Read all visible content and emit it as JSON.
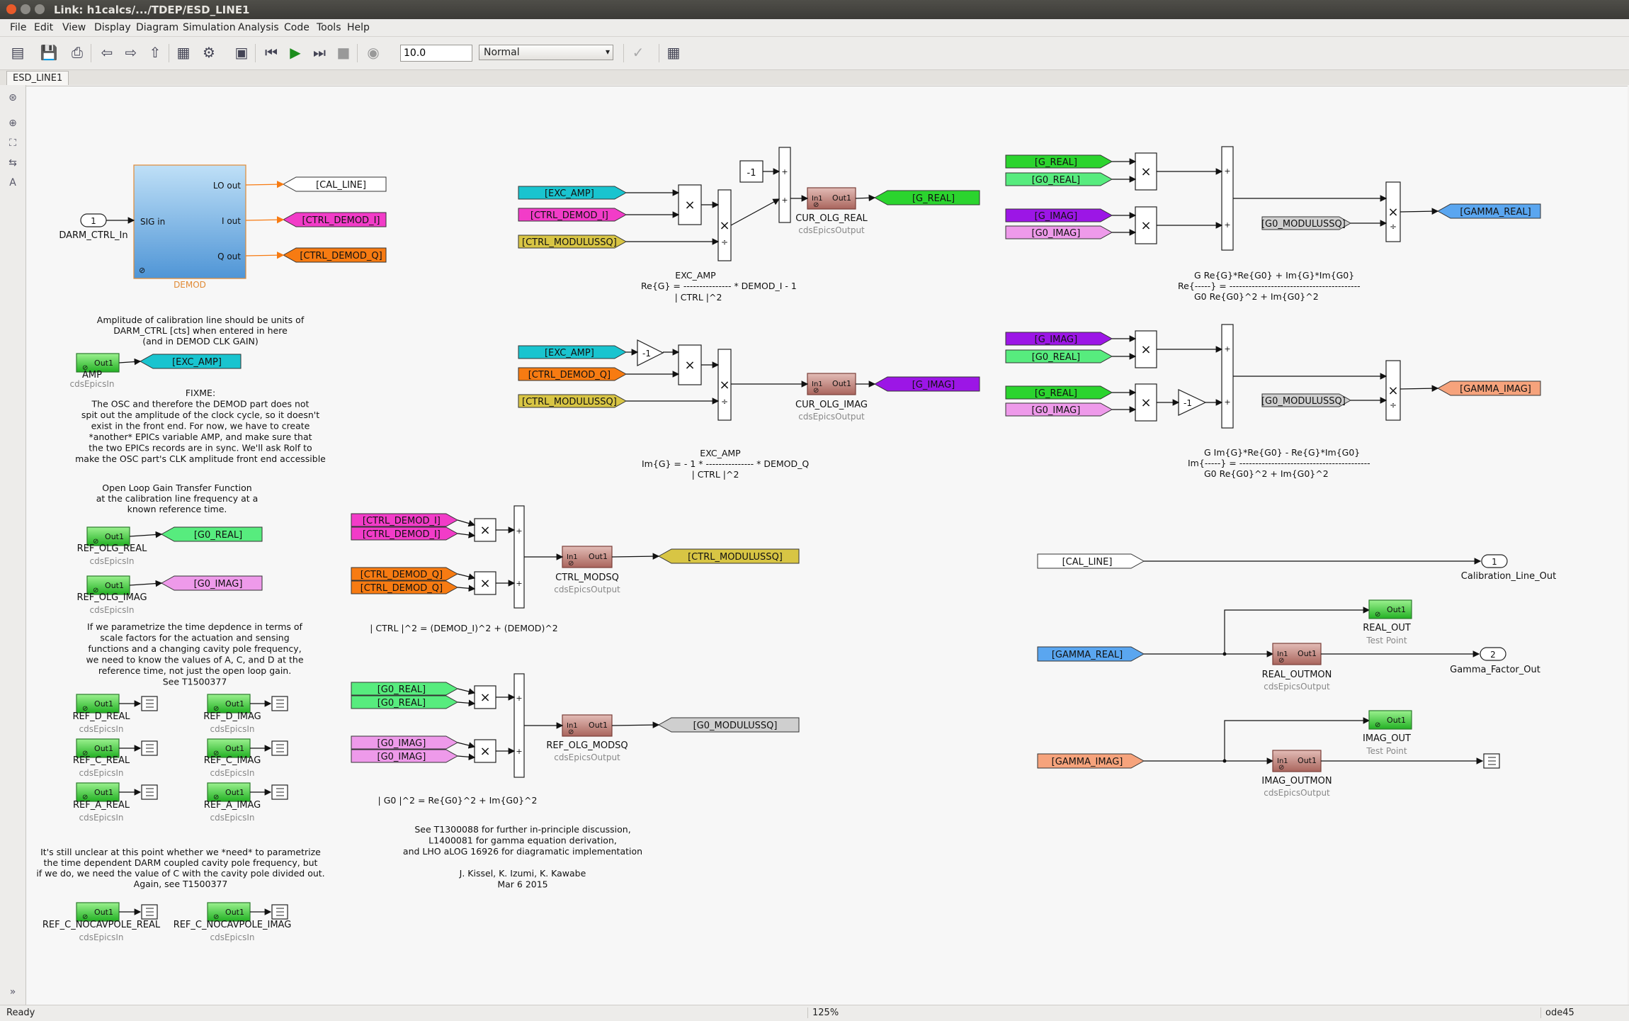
{
  "window": {
    "title": "Link: h1calcs/.../TDEP/ESD_LINE1"
  },
  "menu": [
    "File",
    "Edit",
    "View",
    "Display",
    "Diagram",
    "Simulation",
    "Analysis",
    "Code",
    "Tools",
    "Help"
  ],
  "toolbar": {
    "stop_time": "10.0",
    "sim_mode": "Normal"
  },
  "tab": "ESD_LINE1",
  "status": {
    "ready": "Ready",
    "zoom": "125%",
    "solver": "ode45"
  },
  "colors": {
    "cyan": "#19c4cf",
    "magenta": "#f23cc8",
    "orange": "#f77b12",
    "yellow": "#d8c544",
    "green": "#2bd42e",
    "lightgreen": "#57ec7e",
    "purple": "#9c16e6",
    "pink": "#ee9aea",
    "gray": "#cfcfcf",
    "blue": "#5aa6f0",
    "salmon": "#f6a37c",
    "white": "#ffffff"
  },
  "diagram": {
    "tags": [
      {
        "id": "tag-cal-line",
        "text": "[CAL_LINE]",
        "color": "white",
        "dir": "from"
      },
      {
        "id": "tag-ctrl-demod-i",
        "text": "[CTRL_DEMOD_I]",
        "color": "magenta",
        "dir": "from"
      },
      {
        "id": "tag-ctrl-demod-q",
        "text": "[CTRL_DEMOD_Q]",
        "color": "orange",
        "dir": "from"
      },
      {
        "id": "tag-exc-amp-goto",
        "text": "[EXC_AMP]",
        "color": "cyan",
        "dir": "from"
      },
      {
        "id": "tag-g0-real-goto",
        "text": "[G0_REAL]",
        "color": "lightgreen",
        "dir": "from"
      },
      {
        "id": "tag-g0-imag-goto",
        "text": "[G0_IMAG]",
        "color": "pink",
        "dir": "from"
      },
      {
        "id": "tag-exc-amp-1",
        "text": "[EXC_AMP]",
        "color": "cyan",
        "dir": "to"
      },
      {
        "id": "tag-ctrl-demod-i-1",
        "text": "[CTRL_DEMOD_I]",
        "color": "magenta",
        "dir": "to"
      },
      {
        "id": "tag-ctrl-modsq-1",
        "text": "[CTRL_MODULUSSQ]",
        "color": "yellow",
        "dir": "to"
      },
      {
        "id": "tag-g-real-goto",
        "text": "[G_REAL]",
        "color": "green",
        "dir": "from"
      },
      {
        "id": "tag-exc-amp-2",
        "text": "[EXC_AMP]",
        "color": "cyan",
        "dir": "to"
      },
      {
        "id": "tag-ctrl-demod-q-1",
        "text": "[CTRL_DEMOD_Q]",
        "color": "orange",
        "dir": "to"
      },
      {
        "id": "tag-ctrl-modsq-2",
        "text": "[CTRL_MODULUSSQ]",
        "color": "yellow",
        "dir": "to"
      },
      {
        "id": "tag-g-imag-goto",
        "text": "[G_IMAG]",
        "color": "purple",
        "dir": "from"
      },
      {
        "id": "tag-g-real-2",
        "text": "[G_REAL]",
        "color": "green",
        "dir": "to"
      },
      {
        "id": "tag-g0-real-2",
        "text": "[G0_REAL]",
        "color": "lightgreen",
        "dir": "to"
      },
      {
        "id": "tag-g-imag-2",
        "text": "[G_IMAG]",
        "color": "purple",
        "dir": "to"
      },
      {
        "id": "tag-g0-imag-2",
        "text": "[G0_IMAG]",
        "color": "pink",
        "dir": "to"
      },
      {
        "id": "tag-g0-modsq-2",
        "text": "[G0_MODULUSSQ]",
        "color": "gray",
        "dir": "to"
      },
      {
        "id": "tag-gamma-real-goto",
        "text": "[GAMMA_REAL]",
        "color": "blue",
        "dir": "from"
      },
      {
        "id": "tag-g-imag-3",
        "text": "[G_IMAG]",
        "color": "purple",
        "dir": "to"
      },
      {
        "id": "tag-g0-real-3",
        "text": "[G0_REAL]",
        "color": "lightgreen",
        "dir": "to"
      },
      {
        "id": "tag-g-real-3",
        "text": "[G_REAL]",
        "color": "green",
        "dir": "to"
      },
      {
        "id": "tag-g0-imag-3",
        "text": "[G0_IMAG]",
        "color": "pink",
        "dir": "to"
      },
      {
        "id": "tag-g0-modsq-3",
        "text": "[G0_MODULUSSQ]",
        "color": "gray",
        "dir": "to"
      },
      {
        "id": "tag-gamma-imag-goto",
        "text": "[GAMMA_IMAG]",
        "color": "salmon",
        "dir": "from"
      },
      {
        "id": "tag-ctrl-demod-i-a",
        "text": "[CTRL_DEMOD_I]",
        "color": "magenta",
        "dir": "to"
      },
      {
        "id": "tag-ctrl-demod-i-b",
        "text": "[CTRL_DEMOD_I]",
        "color": "magenta",
        "dir": "to"
      },
      {
        "id": "tag-ctrl-demod-q-a",
        "text": "[CTRL_DEMOD_Q]",
        "color": "orange",
        "dir": "to"
      },
      {
        "id": "tag-ctrl-demod-q-b",
        "text": "[CTRL_DEMOD_Q]",
        "color": "orange",
        "dir": "to"
      },
      {
        "id": "tag-ctrl-modsq-goto",
        "text": "[CTRL_MODULUSSQ]",
        "color": "yellow",
        "dir": "from"
      },
      {
        "id": "tag-g0-real-a",
        "text": "[G0_REAL]",
        "color": "lightgreen",
        "dir": "to"
      },
      {
        "id": "tag-g0-real-b",
        "text": "[G0_REAL]",
        "color": "lightgreen",
        "dir": "to"
      },
      {
        "id": "tag-g0-imag-a",
        "text": "[G0_IMAG]",
        "color": "pink",
        "dir": "to"
      },
      {
        "id": "tag-g0-imag-b",
        "text": "[G0_IMAG]",
        "color": "pink",
        "dir": "to"
      },
      {
        "id": "tag-g0-modsq-goto",
        "text": "[G0_MODULUSSQ]",
        "color": "gray",
        "dir": "from"
      },
      {
        "id": "tag-cal-line-from",
        "text": "[CAL_LINE]",
        "color": "white",
        "dir": "to"
      },
      {
        "id": "tag-gamma-real-from",
        "text": "[GAMMA_REAL]",
        "color": "blue",
        "dir": "to"
      },
      {
        "id": "tag-gamma-imag-from",
        "text": "[GAMMA_IMAG]",
        "color": "salmon",
        "dir": "to"
      }
    ],
    "blocks": {
      "demod": {
        "name": "DEMOD",
        "lo": "LO out",
        "i": "I out",
        "q": "Q out",
        "sig": "SIG in"
      },
      "inport_darm": {
        "num": "1",
        "label": "DARM_CTRL_In"
      },
      "outport_cal": {
        "num": "1",
        "label": "Calibration_Line_Out"
      },
      "outport_gamma": {
        "num": "2",
        "label": "Gamma_Factor_Out"
      },
      "out1": "Out1",
      "in1": "In1",
      "epics_in": [
        {
          "id": "amp",
          "name": "AMP",
          "lib": "cdsEpicsIn"
        },
        {
          "id": "ref-olg-real",
          "name": "REF_OLG_REAL",
          "lib": "cdsEpicsIn"
        },
        {
          "id": "ref-olg-imag",
          "name": "REF_OLG_IMAG",
          "lib": "cdsEpicsIn"
        },
        {
          "id": "ref-d-real",
          "name": "REF_D_REAL",
          "lib": "cdsEpicsIn"
        },
        {
          "id": "ref-d-imag",
          "name": "REF_D_IMAG",
          "lib": "cdsEpicsIn"
        },
        {
          "id": "ref-c-real",
          "name": "REF_C_REAL",
          "lib": "cdsEpicsIn"
        },
        {
          "id": "ref-c-imag",
          "name": "REF_C_IMAG",
          "lib": "cdsEpicsIn"
        },
        {
          "id": "ref-a-real",
          "name": "REF_A_REAL",
          "lib": "cdsEpicsIn"
        },
        {
          "id": "ref-a-imag",
          "name": "REF_A_IMAG",
          "lib": "cdsEpicsIn"
        },
        {
          "id": "ref-c-nocav-real",
          "name": "REF_C_NOCAVPOLE_REAL",
          "lib": "cdsEpicsIn"
        },
        {
          "id": "ref-c-nocav-imag",
          "name": "REF_C_NOCAVPOLE_IMAG",
          "lib": "cdsEpicsIn"
        }
      ],
      "epics_out": [
        {
          "id": "cur-olg-real",
          "name": "CUR_OLG_REAL",
          "lib": "cdsEpicsOutput"
        },
        {
          "id": "cur-olg-imag",
          "name": "CUR_OLG_IMAG",
          "lib": "cdsEpicsOutput"
        },
        {
          "id": "ctrl-modsq",
          "name": "CTRL_MODSQ",
          "lib": "cdsEpicsOutput"
        },
        {
          "id": "ref-olg-modsq",
          "name": "REF_OLG_MODSQ",
          "lib": "cdsEpicsOutput"
        },
        {
          "id": "real-outmon",
          "name": "REAL_OUTMON",
          "lib": "cdsEpicsOutput"
        },
        {
          "id": "imag-outmon",
          "name": "IMAG_OUTMON",
          "lib": "cdsEpicsOutput"
        }
      ],
      "test_points": [
        {
          "id": "real-out",
          "name": "REAL_OUT",
          "lib": "Test Point"
        },
        {
          "id": "imag-out",
          "name": "IMAG_OUT",
          "lib": "Test Point"
        }
      ],
      "const_neg1": "-1",
      "gain_neg1": "-1",
      "mult": "×",
      "div": "÷",
      "plus": "+",
      "minus": "-"
    },
    "notes": {
      "amp": [
        "Amplitude of calibration line should be units of",
        "DARM_CTRL [cts] when entered in here",
        "(and in DEMOD CLK GAIN)"
      ],
      "fixme": [
        "FIXME:",
        "The OSC and therefore the DEMOD part does not",
        "spit out the amplitude of the clock cycle, so it doesn't",
        "exist in the front end. For now, we have to create",
        "*another* EPICs variable AMP, and make sure that",
        "the two EPICs records are in sync. We'll ask Rolf to",
        "make the OSC part's CLK amplitude front end accessible"
      ],
      "olg": [
        "Open Loop Gain Transfer Function",
        "at the calibration line frequency at a",
        "known reference time."
      ],
      "param": [
        "If we parametrize the time depdence in terms of",
        "scale factors for the actuation and sensing",
        "functions and a changing cavity pole frequency,",
        "we need to know the values of A, C, and D at the",
        "reference time, not just the open loop gain.",
        "See T1500377"
      ],
      "unclear": [
        "It's still unclear at this point whether we *need* to parametrize",
        "the time dependent DARM coupled cavity pole frequency, but",
        "if we do, we need the value of C with the cavity pole divided out.",
        "Again, see T1500377"
      ],
      "see": [
        "See T1300088 for further in-principle discussion,",
        "L1400081 for gamma equation derivation,",
        "and LHO aLOG 16926 for diagramatic implementation",
        "",
        "J. Kissel, K. Izumi, K. Kawabe",
        "Mar 6 2015"
      ],
      "ctrl_modsq_eq": "| CTRL |^2 = (DEMOD_I)^2 + (DEMOD)^2",
      "g0_modsq_eq": "| G0 |^2 = Re{G0}^2 + Im{G0}^2",
      "reg_eq": [
        "EXC_AMP",
        "Re{G} =  ---------------  * DEMOD_I    - 1",
        "| CTRL |^2"
      ],
      "img_eq": [
        "EXC_AMP",
        "Im{G} =  - 1 *   ---------------  * DEMOD_Q",
        "| CTRL |^2"
      ],
      "re_gamma_eq": [
        "G        Re{G}*Re{G0} + Im{G}*Im{G0}",
        "Re{-----} =  -----------------------------------------",
        "G0            Re{G0}^2 + Im{G0}^2"
      ],
      "im_gamma_eq": [
        "G        Im{G}*Re{G0} - Re{G}*Im{G0}",
        "Im{-----} =  -----------------------------------------",
        "G0            Re{G0}^2 + Im{G0}^2"
      ]
    }
  }
}
